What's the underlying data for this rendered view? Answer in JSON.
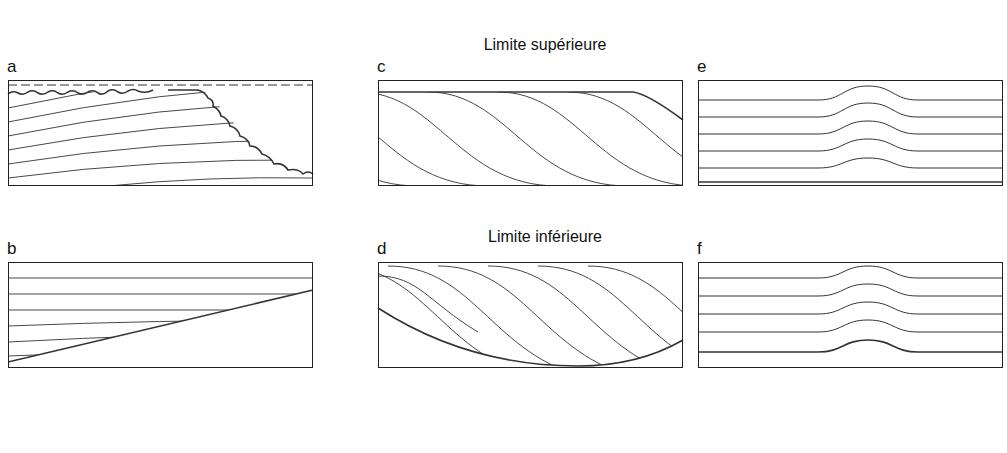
{
  "diagram": {
    "nodes": [
      {
        "text": [
          "a"
        ]
      },
      {
        "text": [
          "c"
        ]
      },
      {
        "text": [
          "e"
        ]
      },
      {
        "text": [
          "b"
        ]
      },
      {
        "text": [
          "d"
        ]
      },
      {
        "text": [
          "f"
        ]
      }
    ],
    "labels": [
      "Limite supérieure",
      "Limite inférieure"
    ]
  }
}
